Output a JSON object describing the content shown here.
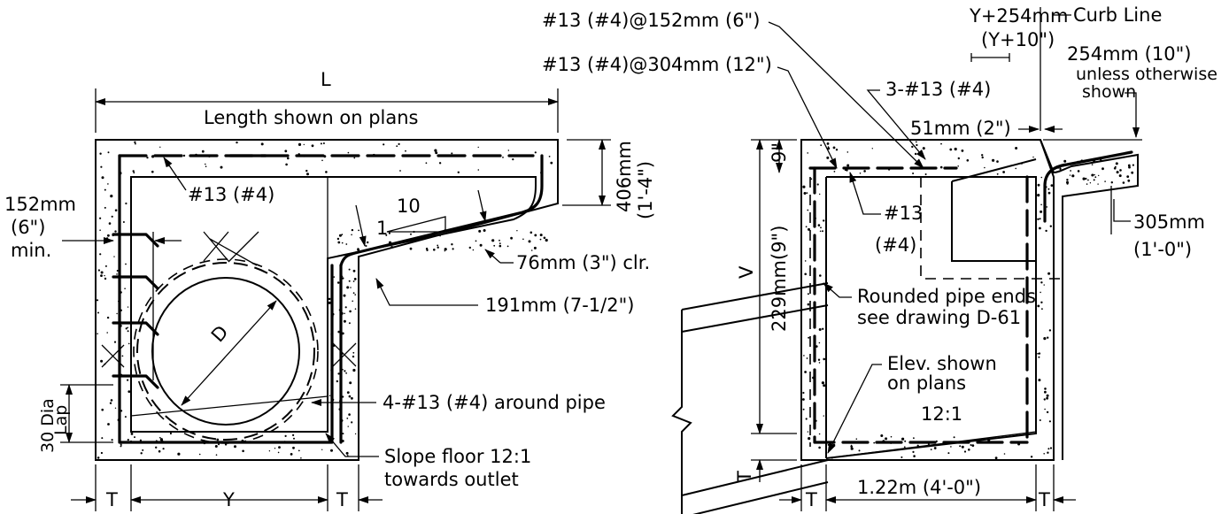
{
  "left_view": {
    "dim_L": "L",
    "length_note": "Length shown on plans",
    "top_slab_depth_mm": "406mm",
    "top_slab_depth_in": "(1'-4\")",
    "top_bar": "#13 (#4)",
    "step_spacing_mm": "152mm",
    "step_spacing_in": "(6\")",
    "step_spacing_min": "min.",
    "slope_run": "10",
    "slope_rise": "1",
    "cover": "76mm (3\") clr.",
    "apron_thickness": "191mm (7-1/2\")",
    "pipe_dia": "D",
    "pipe_bars": "4-#13 (#4) around pipe",
    "lap_line1": "30 Dia",
    "lap_line2": "Lap",
    "floor_note_line1": "Slope floor 12:1",
    "floor_note_line2": "towards outlet",
    "wall_T_left": "T",
    "inside_Y": "Y",
    "wall_T_right": "T"
  },
  "right_view": {
    "bar_152": "#13 (#4)@152mm (6\")",
    "bar_304": "#13 (#4)@304mm (12\")",
    "opening_mm": "Y+254mm",
    "opening_in": "(Y+10\")",
    "curb_line": "Curb Line",
    "curb_offset_line1": "254mm (10\")",
    "curb_offset_line2": "unless otherwise",
    "curb_offset_line3": "shown",
    "three_bars": "3-#13 (#4)",
    "lip_width": "51mm (2\")",
    "gutter_width": "305mm",
    "gutter_width_in": "(1'-0\")",
    "bar_label_1": "#13",
    "bar_label_2": "(#4)",
    "slab_9": "9\"",
    "wall_height_text": "229mm(9\")",
    "height_V": "V",
    "pipe_end_line1": "Rounded pipe ends",
    "pipe_end_line2": "see drawing D-61",
    "elev_line1": "Elev. shown",
    "elev_line2": "on plans",
    "floor_slope": "12:1",
    "base_T": "T",
    "wall_T_left": "T",
    "inside_width": "1.22m (4'-0\")",
    "wall_T_right": "T"
  },
  "ui": {
    "line_color": "#000000",
    "background": "#ffffff"
  }
}
